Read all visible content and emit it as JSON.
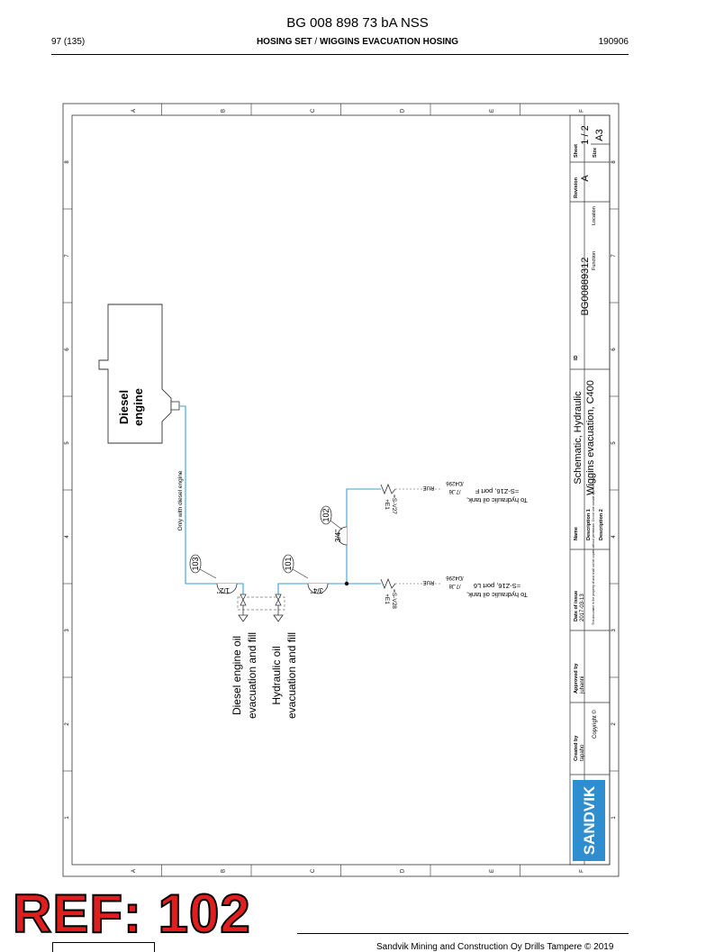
{
  "header": {
    "doc_number": "BG 008 898 73 bA NSS",
    "page": "97 (135)",
    "section_a": "HOSING SET",
    "section_sep": " / ",
    "section_b": "WIGGINS EVACUATION HOSING",
    "date": "190906"
  },
  "border": {
    "letters": [
      "A",
      "B",
      "C",
      "D",
      "E",
      "F"
    ],
    "numbers": [
      "1",
      "2",
      "3",
      "4",
      "5",
      "6",
      "7",
      "8"
    ]
  },
  "diagram": {
    "engine_line1": "Diesel",
    "engine_line2": "engine",
    "only_diesel": "Only with diesel engine",
    "ref_103": "103",
    "ref_101": "101",
    "ref_102": "102",
    "size_103": "1/2\"",
    "size_101": "3/4\"",
    "size_102": "3/4\"",
    "label_engine_oil_1": "Diesel engine oil",
    "label_engine_oil_2": "evacuation and fill",
    "label_hyd_oil_1": "Hydraulic oil",
    "label_hyd_oil_2": "evacuation and fill",
    "upper_dest_1": "To hydraulic oil tank,",
    "upper_dest_2": "=S-Z16, port F",
    "upper_code_1": "+E1",
    "upper_code_2": "=S-V27",
    "upper_sheet": "/7.J6",
    "upper_sheet2": "/D4296",
    "upper_mark": "RUE",
    "lower_dest_1": "To hydraulic oil tank,",
    "lower_dest_2": "=S-Z16, port L6",
    "lower_code_1": "+E1",
    "lower_code_2": "=S-V28",
    "lower_sheet": "/7.J8",
    "lower_sheet2": "/D4296",
    "lower_mark": "RUE"
  },
  "title_block": {
    "logo": "SANDVIK",
    "created_by_label": "Created by",
    "created_by": "tapaho",
    "approved_by_label": "Approved by",
    "approved_by": "juhanni",
    "date_label": "Date of issue",
    "date": "2017-03-13",
    "copyright": "Copyright ©",
    "legal": "This document is the property of and shall not be copied without permission. Do not use outside approved use.",
    "name_label": "Name",
    "name": "Schematic, Hydraulic",
    "desc1_label": "Description 1",
    "desc1": "Wiggins evacuation, C400",
    "desc2_label": "Description 2",
    "id_label": "ID",
    "id": "BG00889312",
    "function_label": "Function",
    "location_label": "Location",
    "revision_label": "Revision",
    "revision": "A",
    "sheet_label": "Sheet",
    "sheet": "1 / 2",
    "size_label": "Size",
    "size": "A3"
  },
  "footer": {
    "ref_stamp": "REF: 102",
    "copyright": "Sandvik Mining and Construction Oy Drills Tampere © 2019"
  }
}
